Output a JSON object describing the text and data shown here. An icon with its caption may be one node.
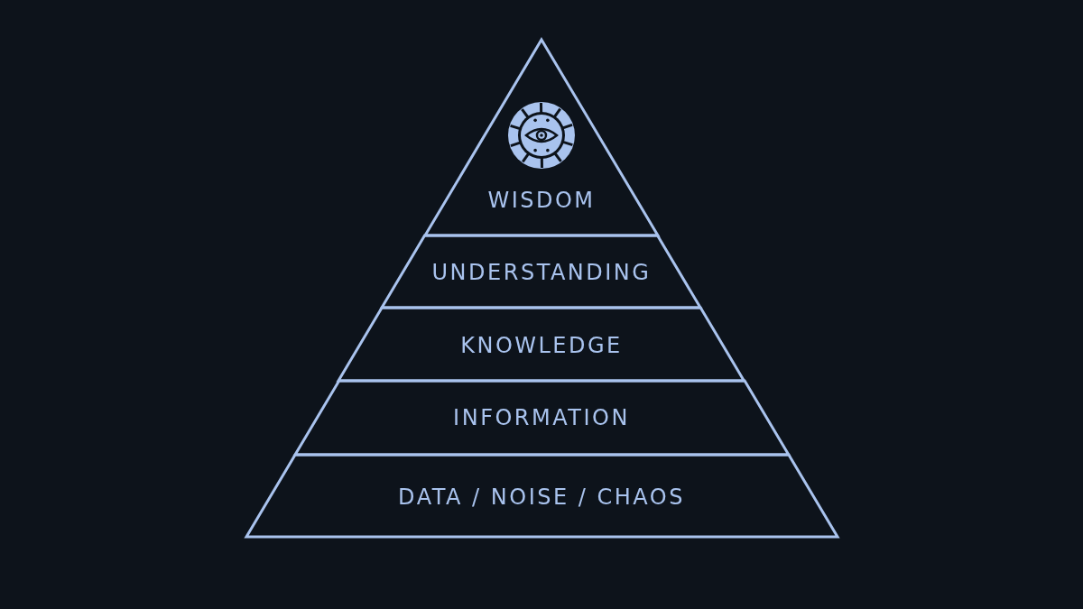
{
  "diagram": {
    "nodes": [
      {
        "text": [
          "WISDOM"
        ]
      },
      {
        "text": [
          "UNDERSTANDING"
        ]
      },
      {
        "text": [
          "KNOWLEDGE"
        ]
      },
      {
        "text": [
          "INFORMATION"
        ]
      },
      {
        "text": [
          "DATA / NOISE / CHAOS"
        ]
      }
    ]
  }
}
